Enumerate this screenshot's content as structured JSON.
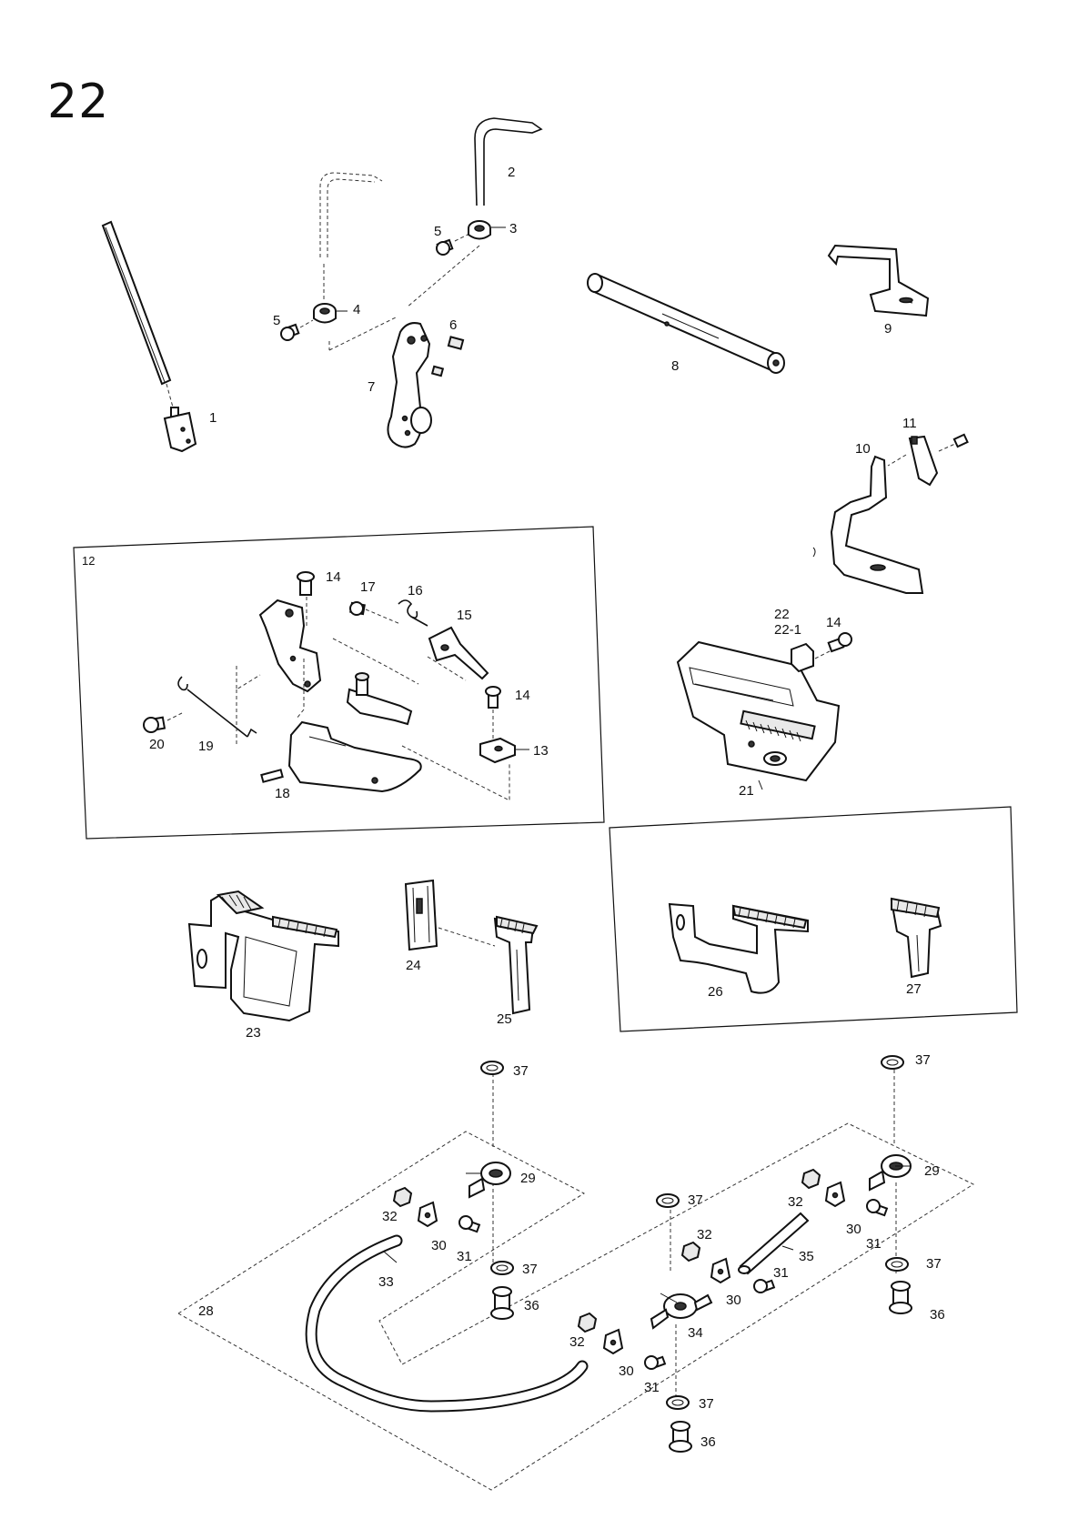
{
  "page_number": "22",
  "callouts": [
    {
      "id": "c1",
      "text": "1"
    },
    {
      "id": "c2",
      "text": "2"
    },
    {
      "id": "c3",
      "text": "3"
    },
    {
      "id": "c4",
      "text": "4"
    },
    {
      "id": "c5a",
      "text": "5"
    },
    {
      "id": "c5b",
      "text": "5"
    },
    {
      "id": "c6",
      "text": "6"
    },
    {
      "id": "c7",
      "text": "7"
    },
    {
      "id": "c8",
      "text": "8"
    },
    {
      "id": "c9",
      "text": "9"
    },
    {
      "id": "c10",
      "text": "10"
    },
    {
      "id": "c11",
      "text": "11"
    },
    {
      "id": "c12",
      "text": "12"
    },
    {
      "id": "c13",
      "text": "13"
    },
    {
      "id": "c14a",
      "text": "14"
    },
    {
      "id": "c14b",
      "text": "14"
    },
    {
      "id": "c14c",
      "text": "14"
    },
    {
      "id": "c15",
      "text": "15"
    },
    {
      "id": "c16",
      "text": "16"
    },
    {
      "id": "c17",
      "text": "17"
    },
    {
      "id": "c18",
      "text": "18"
    },
    {
      "id": "c19",
      "text": "19"
    },
    {
      "id": "c20",
      "text": "20"
    },
    {
      "id": "c21",
      "text": "21"
    },
    {
      "id": "c22",
      "text": "22"
    },
    {
      "id": "c22_1",
      "text": "22-1"
    },
    {
      "id": "c23",
      "text": "23"
    },
    {
      "id": "c24",
      "text": "24"
    },
    {
      "id": "c25",
      "text": "25"
    },
    {
      "id": "c26",
      "text": "26"
    },
    {
      "id": "c27",
      "text": "27"
    },
    {
      "id": "c28",
      "text": "28"
    },
    {
      "id": "c29a",
      "text": "29"
    },
    {
      "id": "c29b",
      "text": "29"
    },
    {
      "id": "c30a",
      "text": "30"
    },
    {
      "id": "c30b",
      "text": "30"
    },
    {
      "id": "c30c",
      "text": "30"
    },
    {
      "id": "c30d",
      "text": "30"
    },
    {
      "id": "c31a",
      "text": "31"
    },
    {
      "id": "c31b",
      "text": "31"
    },
    {
      "id": "c31c",
      "text": "31"
    },
    {
      "id": "c31d",
      "text": "31"
    },
    {
      "id": "c32a",
      "text": "32"
    },
    {
      "id": "c32b",
      "text": "32"
    },
    {
      "id": "c32c",
      "text": "32"
    },
    {
      "id": "c32d",
      "text": "32"
    },
    {
      "id": "c33",
      "text": "33"
    },
    {
      "id": "c34",
      "text": "34"
    },
    {
      "id": "c35",
      "text": "35"
    },
    {
      "id": "c36a",
      "text": "36"
    },
    {
      "id": "c36b",
      "text": "36"
    },
    {
      "id": "c36c",
      "text": "36"
    },
    {
      "id": "c37a",
      "text": "37"
    },
    {
      "id": "c37b",
      "text": "37"
    },
    {
      "id": "c37c",
      "text": "37"
    },
    {
      "id": "c37d",
      "text": "37"
    },
    {
      "id": "c37e",
      "text": "37"
    },
    {
      "id": "c37f",
      "text": "37"
    }
  ]
}
